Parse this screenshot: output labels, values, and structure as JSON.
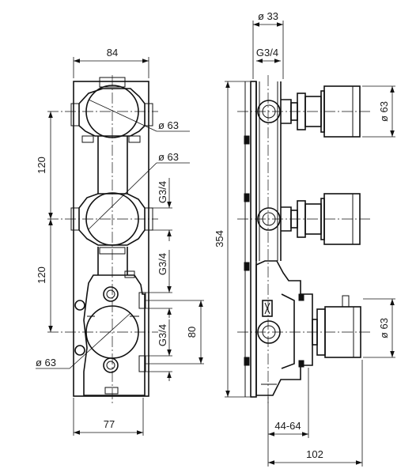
{
  "front_view": {
    "width_top": "84",
    "width_bottom": "77",
    "spacing_upper": "120",
    "spacing_lower": "120",
    "outlet_spacing": "80",
    "diameter_top": "ø 63",
    "diameter_middle": "ø 63",
    "diameter_bottom": "ø 63",
    "thread_1": "G3/4",
    "thread_2": "G3/4",
    "thread_3": "G3/4"
  },
  "side_view": {
    "pipe_diameter": "ø 33",
    "thread_top": "G3/4",
    "height_total": "354",
    "knob_diameter_1": "ø 63",
    "knob_diameter_2": "ø 63",
    "wall_depth": "44-64",
    "projection": "102"
  }
}
